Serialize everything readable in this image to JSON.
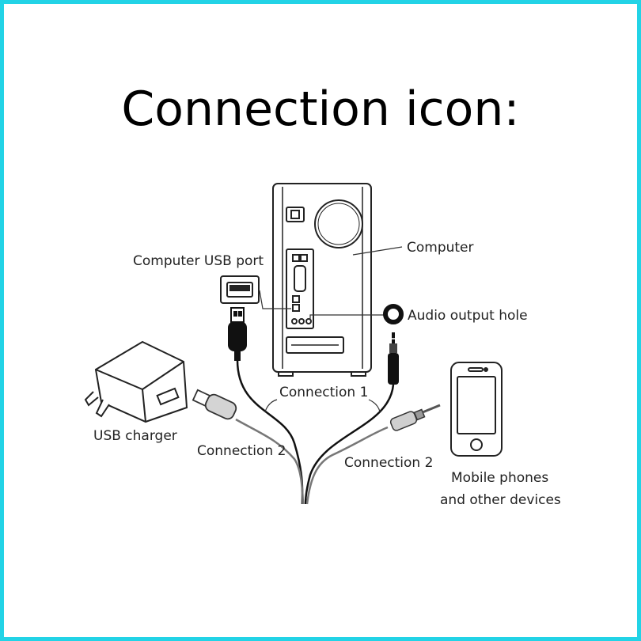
{
  "title": "Connection icon:",
  "labels": {
    "computer": "Computer",
    "computer_usb_port": "Computer USB port",
    "audio_output_hole": "Audio output hole",
    "connection_1": "Connection 1",
    "usb_charger": "USB charger",
    "connection_2_left": "Connection 2",
    "connection_2_right": "Connection 2",
    "mobile_line1": "Mobile phones",
    "mobile_line2": "and other devices"
  },
  "colors": {
    "frame": "#22d3e6",
    "line": "#111111"
  }
}
